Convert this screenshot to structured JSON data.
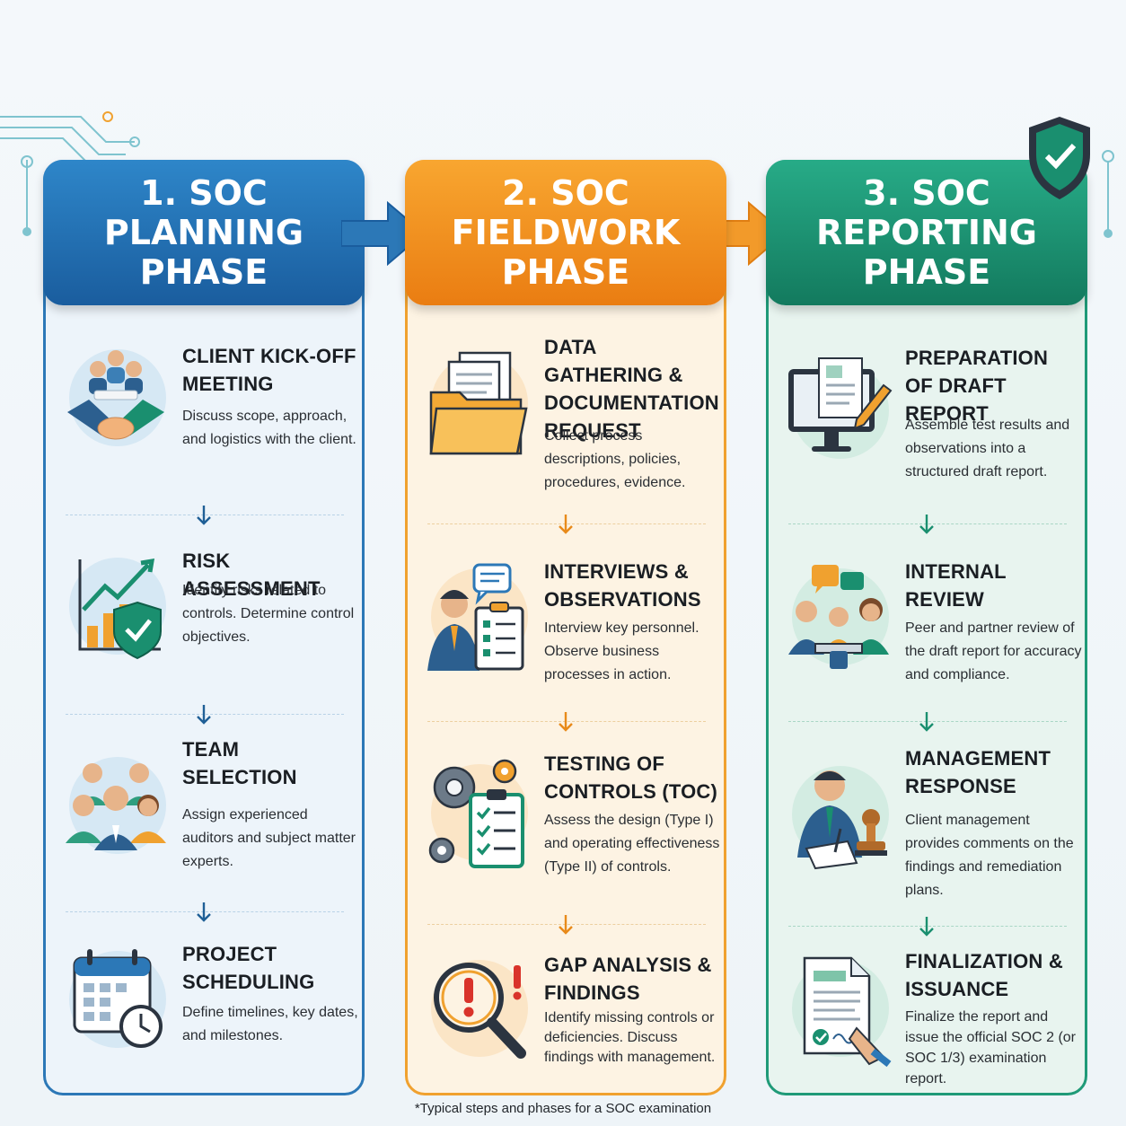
{
  "title": "SOC (SYSTEM AND ORGANIZATION CONTROLS)\nEXAMINATION PROCESS CHART",
  "phases": [
    {
      "label": "1. SOC\nPLANNING\nPHASE",
      "color": "#1f6fb2",
      "steps": [
        {
          "title": "CLIENT KICK-OFF MEETING",
          "desc": "Discuss scope, approach, and logistics with the client.",
          "icon": "handshake-meeting-icon"
        },
        {
          "title": "RISK ASSESSMENT",
          "desc": "Identify risks related to controls. Determine control objectives.",
          "icon": "chart-shield-icon"
        },
        {
          "title": "TEAM SELECTION",
          "desc": "Assign experienced auditors and subject matter experts.",
          "icon": "team-people-icon"
        },
        {
          "title": "PROJECT SCHEDULING",
          "desc": "Define timelines, key dates, and milestones.",
          "icon": "calendar-clock-icon"
        }
      ]
    },
    {
      "label": "2. SOC\nFIELDWORK\nPHASE",
      "color": "#f08c1e",
      "steps": [
        {
          "title": "DATA GATHERING & DOCUMENTATION REQUEST",
          "desc": "Collect process descriptions, policies, procedures, evidence.",
          "icon": "folder-documents-icon"
        },
        {
          "title": "INTERVIEWS & OBSERVATIONS",
          "desc": "Interview key personnel. Observe business processes in action.",
          "icon": "interview-clipboard-icon"
        },
        {
          "title": "TESTING OF CONTROLS (TOC)",
          "desc": "Assess the design (Type I) and operating effectiveness (Type II) of controls.",
          "icon": "gears-checklist-icon"
        },
        {
          "title": "GAP ANALYSIS & FINDINGS",
          "desc": "Identify missing controls or deficiencies. Discuss findings with management.",
          "icon": "magnifier-alert-icon"
        }
      ]
    },
    {
      "label": "3. SOC\nREPORTING\nPHASE",
      "color": "#1a8f6f",
      "steps": [
        {
          "title": "PREPARATION OF DRAFT REPORT",
          "desc": "Assemble test results and observations into a structured draft report.",
          "icon": "monitor-report-icon"
        },
        {
          "title": "INTERNAL REVIEW",
          "desc": "Peer and partner review of the draft report for accuracy and compliance.",
          "icon": "review-team-icon"
        },
        {
          "title": "MANAGEMENT RESPONSE",
          "desc": "Client management provides comments on the findings and remediation plans.",
          "icon": "manager-stamp-icon"
        },
        {
          "title": "FINALIZATION & ISSUANCE",
          "desc": "Finalize the report and issue the official SOC 2 (or SOC 1/3) examination report.",
          "icon": "signed-document-icon"
        }
      ]
    }
  ],
  "footnote": "*Typical steps and phases for a SOC examination"
}
